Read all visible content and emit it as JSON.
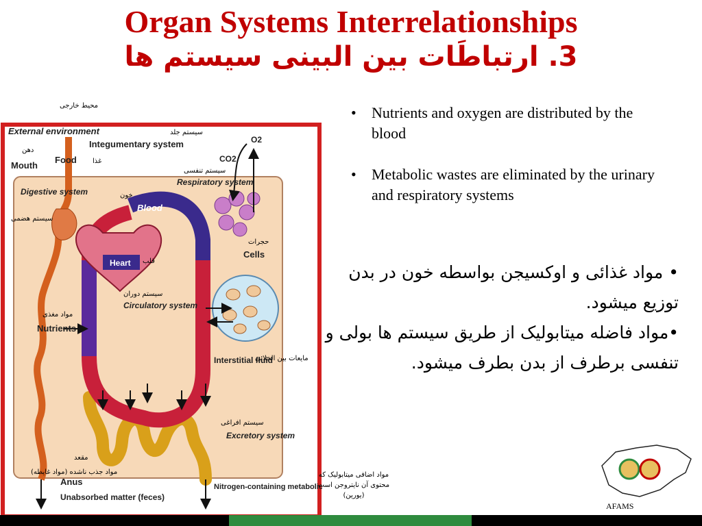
{
  "title": "Organ Systems Interrelationships",
  "subtitle": "3. ارتباطَات بین البینی سیستم ها",
  "bullets_en": [
    "Nutrients and oxygen are distributed by the blood",
    "Metabolic wastes are eliminated by the urinary and respiratory systems"
  ],
  "bullets_fa": [
    "• مواد غذائی و اوکسیجن بواسطه خون در بدن توزیع میشود.",
    "•مواد فاضله میتابولیک از طریق سیستم ها بولی و تنفسی برطرف از بدن بطرف میشود."
  ],
  "diagram": {
    "external_environment": "External environment",
    "external_environment_fa": "محیط خارجی",
    "integumentary": "Integumentary system",
    "integumentary_fa": "سیستم جلد",
    "o2": "O2",
    "co2": "CO2",
    "respiratory": "Respiratory system",
    "respiratory_fa": "سیستم تنفسی",
    "mouth": "Mouth",
    "mouth_fa": "دهن",
    "food": "Food",
    "food_fa": "غذا",
    "digestive": "Digestive system",
    "digestive_fa": "سیستم هضمی",
    "blood": "Blood",
    "blood_fa": "خون",
    "heart": "Heart",
    "heart_fa": "قلب",
    "cells": "Cells",
    "cells_fa": "حجرات",
    "circulatory": "Circulatory system",
    "circulatory_fa": "سیستم دوران",
    "nutrients": "Nutrients",
    "nutrients_fa": "مواد مغذی",
    "interstitial": "Interstitial fluid",
    "interstitial_fa": "مایعات بین الخلائی",
    "excretory": "Excretory system",
    "excretory_fa": "سیستم افراغی",
    "anus": "Anus",
    "anus_fa": "مقعد",
    "unabsorbed": "Unabsorbed matter (feces)",
    "unabsorbed_fa": "مواد جذب ناشده (مواد غایطه)",
    "nitrogen": "Nitrogen-containing metabolic waste products (urine)",
    "nitrogen_fa": "مواد اضافی میتابولیک که محتوی آن نایتروجن است (یورین)"
  },
  "footer": {
    "logo_text": "AFAMS"
  },
  "colors": {
    "title": "#c00000",
    "frame": "#d22020",
    "body_bg": "#f7d9b8",
    "vein": "#3a2a8c",
    "artery": "#c8203a",
    "gut": "#d4601e",
    "excretory": "#d9a01a",
    "bar_green": "#2e8b3e"
  }
}
